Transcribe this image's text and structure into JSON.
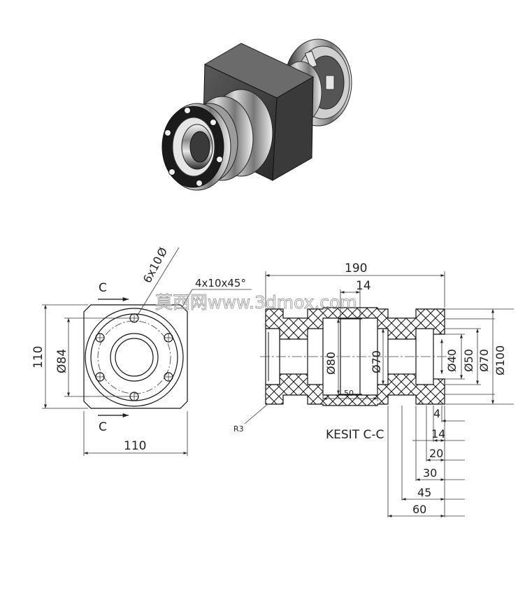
{
  "front_view": {
    "section_mark_top": "C",
    "section_mark_bottom": "C",
    "hole_callout": "6x10",
    "chamfer_callout": "4x10x45°",
    "width_dim": "110",
    "height_dim": "110",
    "bolt_circle_dim": "84"
  },
  "section_view": {
    "title": "KESIT C-C",
    "overall_length": "190",
    "slot_width": "14",
    "inner_span": "50",
    "fillet": "R3",
    "diameters": [
      "80",
      "70",
      "40",
      "50",
      "70",
      "100"
    ],
    "length_dims": [
      "4",
      "14",
      "20",
      "30",
      "45",
      "60"
    ]
  },
  "watermark": "莫西网www.3dmox.com",
  "diameter_symbol": "Ø"
}
